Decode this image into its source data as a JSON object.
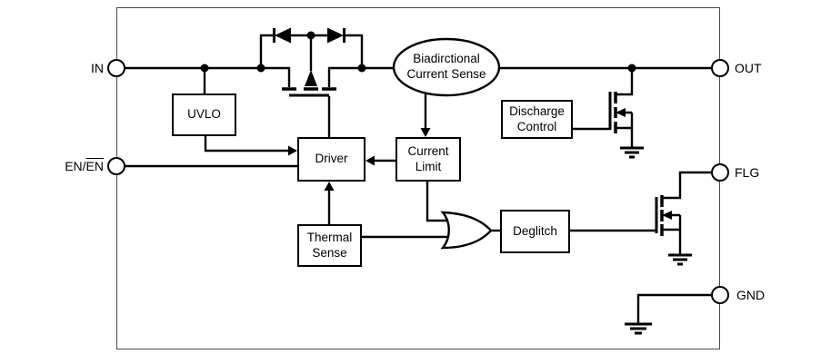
{
  "figure": {
    "pins": {
      "in": {
        "label": "IN"
      },
      "en": {
        "prefix": "EN/",
        "overline": "EN"
      },
      "out": {
        "label": "OUT"
      },
      "flg": {
        "label": "FLG"
      },
      "gnd": {
        "label": "GND"
      }
    },
    "blocks": {
      "uvlo": {
        "label": "UVLO"
      },
      "driver": {
        "label": "Driver"
      },
      "current_limit": {
        "label": "Current Limit"
      },
      "thermal_sense": {
        "label": "Thermal Sense"
      },
      "discharge_control": {
        "label": "Discharge Control"
      },
      "deglitch": {
        "label": "Deglitch"
      }
    },
    "ellipse": {
      "line1": "Biadirctional",
      "line2": "Current Sense"
    },
    "colors": {
      "wire": "#000000",
      "boundary": "#4a4a4a",
      "background": "#ffffff"
    }
  }
}
